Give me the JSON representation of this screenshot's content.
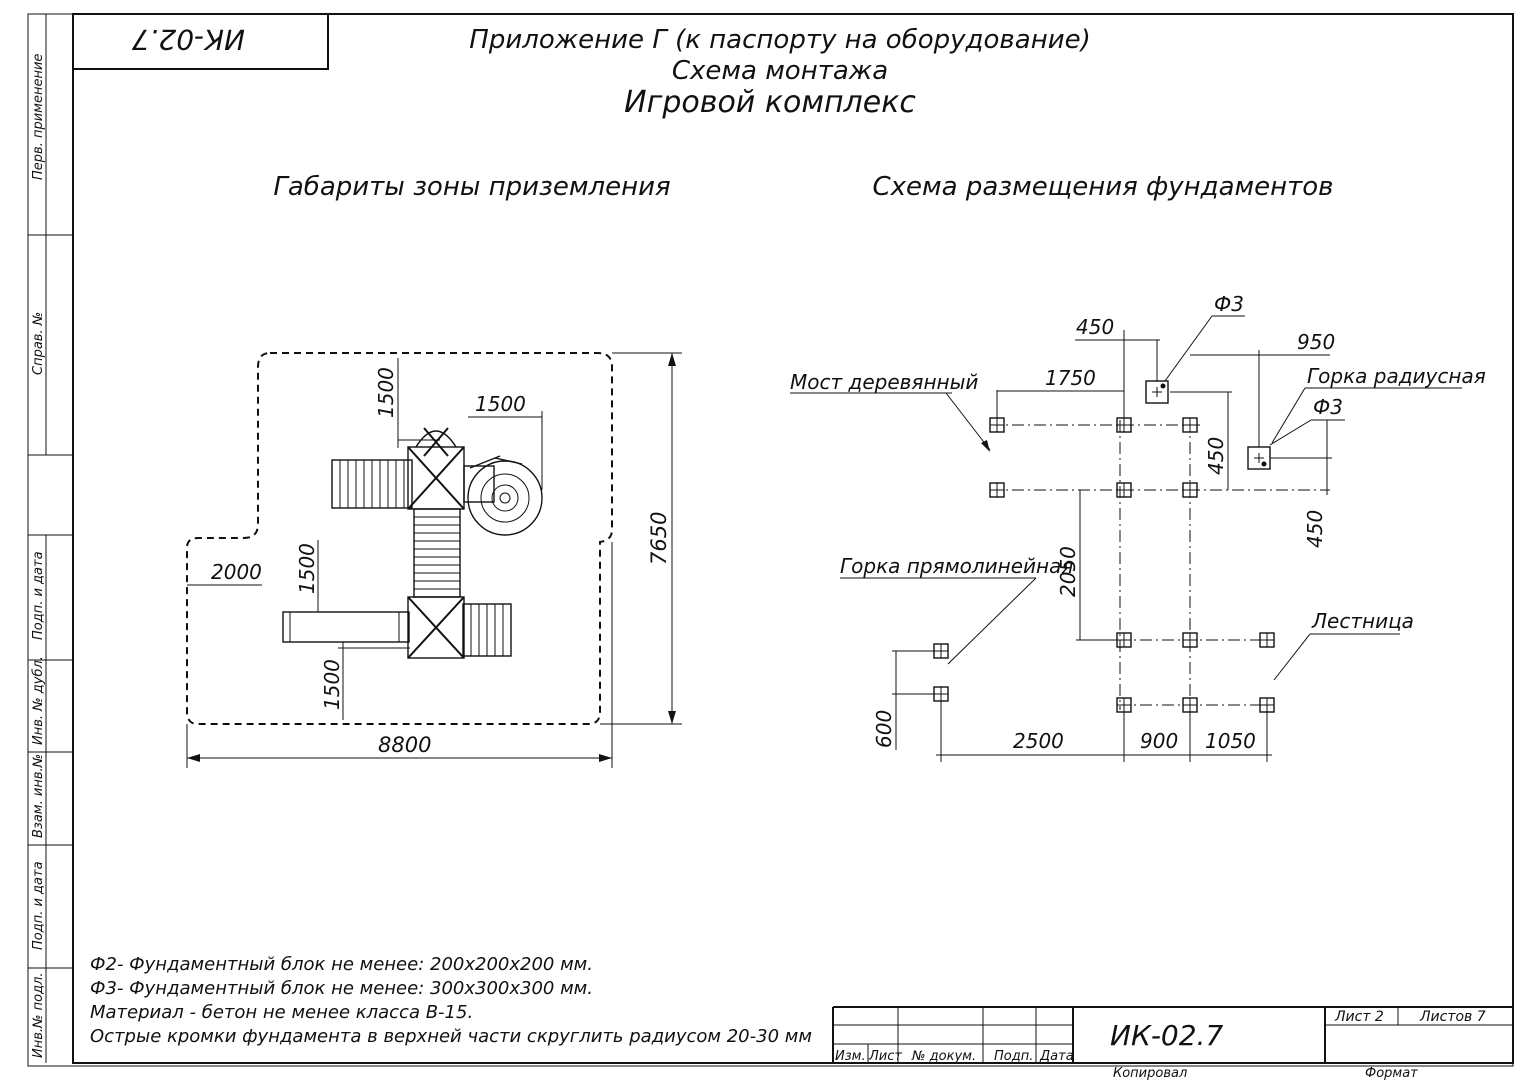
{
  "header": {
    "line1": "Приложение Г (к паспорту на оборудование)",
    "line2": "Схема монтажа",
    "line3": "Игровой комплекс"
  },
  "doc_code_rotated": "ИК-02.7",
  "side_stamp": {
    "perv": "Перв. применение",
    "sprav": "Справ. №",
    "podp1": "Подп. и дата",
    "inv_dubl": "Инв. № дубл.",
    "vzam": "Взам. инв.№",
    "podp2": "Подп. и дата",
    "inv_podl": "Инв.№ подл."
  },
  "left_drawing": {
    "title": "Габариты зоны приземления",
    "dims": {
      "d1500_top": "1500",
      "d1500_right": "1500",
      "d2000": "2000",
      "d1500_left": "1500",
      "d1500_bottom": "1500",
      "d7650": "7650",
      "d8800": "8800"
    }
  },
  "right_drawing": {
    "title": "Схема размещения фундаментов",
    "labels": {
      "bridge": "Мост деревянный",
      "radius_slide": "Горка радиусная",
      "straight_slide": "Горка прямолинейная",
      "ladder": "Лестница",
      "f3_top": "Ф3",
      "f3_right": "Ф3"
    },
    "dims": {
      "d450_top": "450",
      "d950": "950",
      "d1750": "1750",
      "d450_mid": "450",
      "d450_right": "450",
      "d2050": "2050",
      "d600": "600",
      "d2500": "2500",
      "d900": "900",
      "d1050": "1050"
    }
  },
  "notes": [
    "Ф2- Фундаментный блок не менее: 200х200х200 мм.",
    "Ф3- Фундаментный блок не менее: 300х300х300 мм.",
    "Материал - бетон не менее класса В-15.",
    "Острые кромки фундамента в верхней части скруглить радиусом 20-30 мм"
  ],
  "title_block": {
    "doc_code": "ИК-02.7",
    "sheet": "Лист 2",
    "sheets": "Листов 7",
    "col_izm": "Изм.",
    "col_list": "Лист",
    "col_ndoc": "№ докум.",
    "col_podp": "Подп.",
    "col_data": "Дата",
    "kopiroval": "Копировал",
    "format": "Формат"
  }
}
